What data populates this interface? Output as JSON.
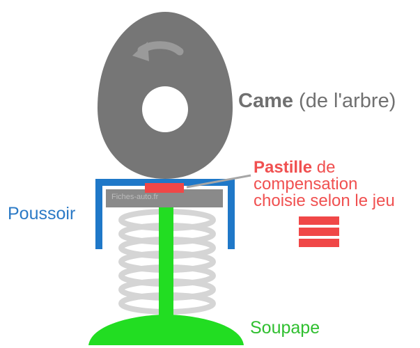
{
  "labels": {
    "cam_bold": "Came",
    "cam_rest": " (de l'arbre)",
    "pastille_bold": "Pastille",
    "pastille_rest": " de",
    "pastille_line2": "compensation",
    "pastille_line3": "choisie selon le jeu",
    "poussoir": "Poussoir",
    "soupape": "Soupape",
    "watermark": "Fiches-auto.fr"
  },
  "colors": {
    "cam": "#767676",
    "cam_hole": "#ffffff",
    "rotation_arrow": "#9a9a9a",
    "tappet_cup": "#1f78c8",
    "shim_plate": "#8a8a8a",
    "shim_pad": "#f04747",
    "pointer": "#a6a6a6",
    "spring": "#d5d5d5",
    "valve": "#22dd22",
    "label_cam": "#707070",
    "label_pastille": "#f05050",
    "label_poussoir": "#2b7ac6",
    "label_soupape": "#2fbf2f"
  },
  "icons": {
    "rotation": "curved-arrow-counterclockwise-icon",
    "shim_stack": "stacked-shims-icon"
  }
}
